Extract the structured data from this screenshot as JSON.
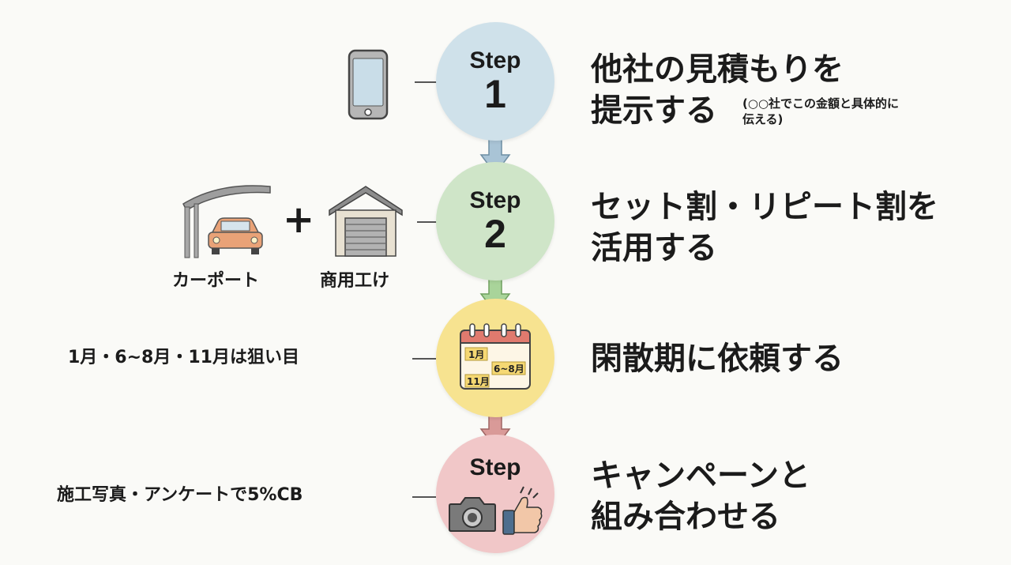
{
  "steps": [
    {
      "label": "Step",
      "number": "1",
      "color": "#cfe1ea",
      "title_lines": [
        "他社の見積もりを",
        "提示する"
      ],
      "note_lines": [
        "(○○社でこの金額と具体的に",
        "伝える)"
      ]
    },
    {
      "label": "Step",
      "number": "2",
      "color": "#cfe5c8",
      "title_lines": [
        "セット割・リピート割を",
        "活用する"
      ],
      "left_labels": [
        "カーポート",
        "商用工け"
      ],
      "plus": "+"
    },
    {
      "color": "#f7e390",
      "title_lines": [
        "閑散期に依頼する"
      ],
      "left_text": "1月・6~8月・11月は狙い目",
      "calendar_labels": [
        "1月",
        "6~8月",
        "11月"
      ]
    },
    {
      "label": "Step",
      "color": "#f1c7c8",
      "title_lines": [
        "キャンペーンと",
        "組み合わせる"
      ],
      "left_text": "施工写真・アンケートで5%CB"
    }
  ],
  "arrow_colors": [
    "#a9c4d6",
    "#a9d49a",
    "#d99a98"
  ],
  "icons": [
    "smartphone-icon",
    "carport-icon",
    "garage-icon",
    "calendar-icon",
    "camera-icon",
    "thumbs-up-icon"
  ]
}
